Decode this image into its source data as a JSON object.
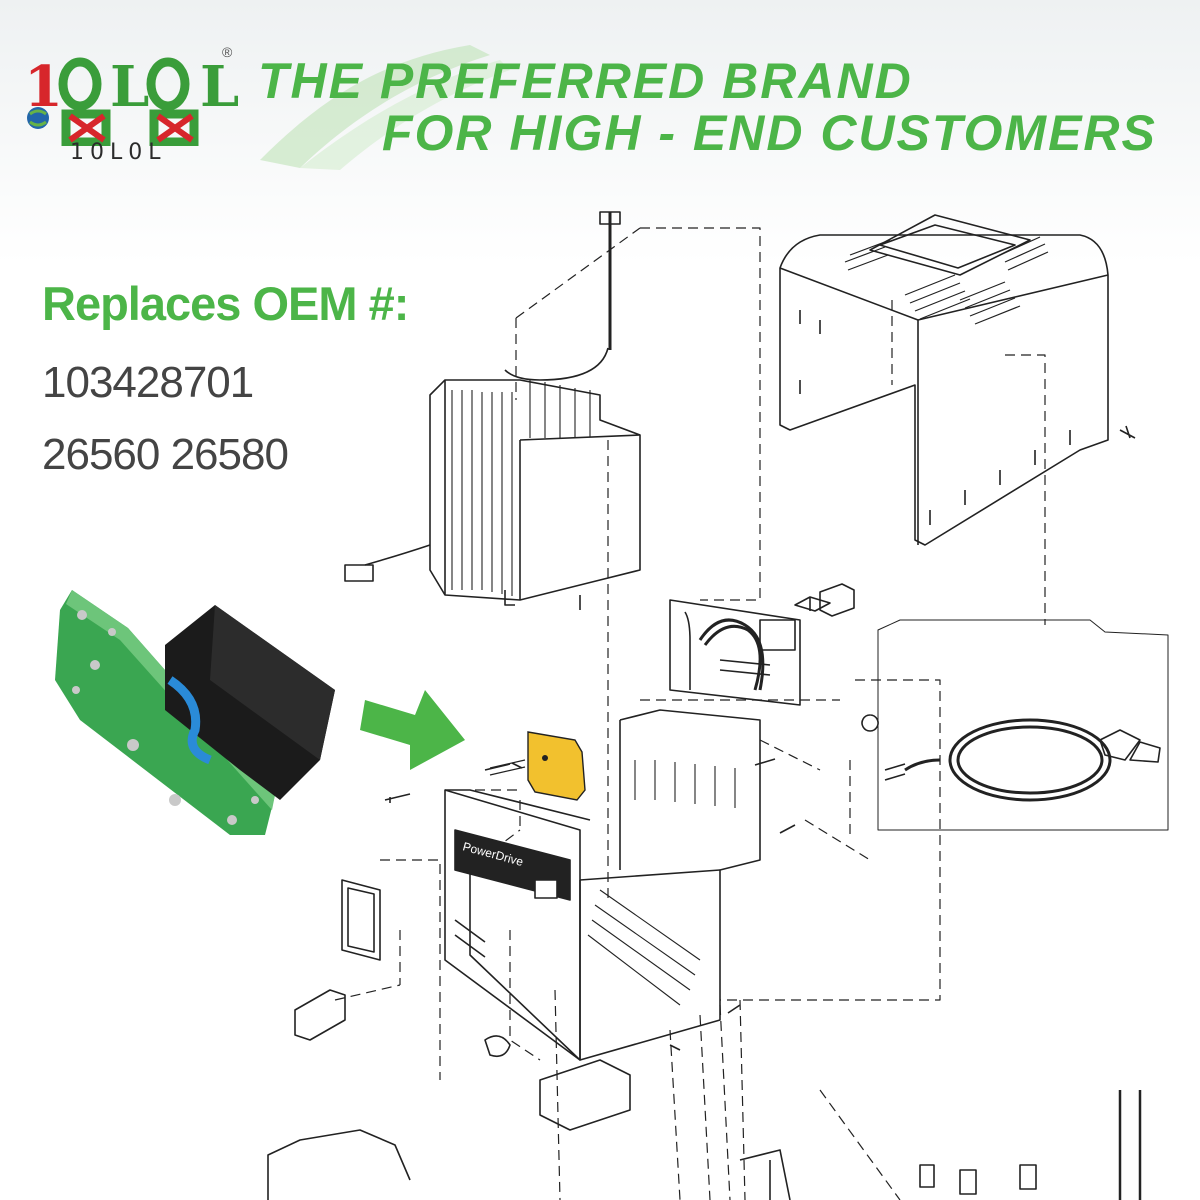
{
  "brand": {
    "logo_text": "10L0L",
    "registered_mark": "®"
  },
  "headline": {
    "line1": "THE PREFERRED BRAND",
    "line2": "FOR HIGH - END CUSTOMERS"
  },
  "oem": {
    "title": "Replaces OEM #:",
    "numbers": [
      "103428701",
      "26560 26580"
    ]
  },
  "panel": {
    "brand_text": "PowerDrive"
  },
  "colors": {
    "accent_green": "#4cb548",
    "pcb_green": "#3aa651",
    "highlight_yellow": "#f2c12e",
    "logo_red": "#d7262b",
    "logo_green": "#3a9d3a"
  },
  "icons": [
    "arrow-right-icon",
    "globe-icon"
  ]
}
